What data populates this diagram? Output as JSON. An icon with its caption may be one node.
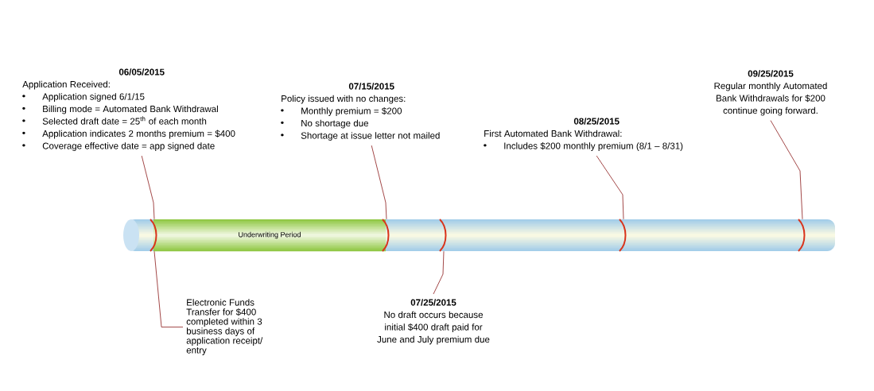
{
  "diagram": {
    "nodes": [
      {
        "text": [
          "06/05/2015",
          "Application Received:",
          "Application signed 6/1/15",
          "Billing mode = Automated Bank Withdrawal",
          "Selected draft date = 25$^{th}$ of each month",
          "Application indicates 2 months premium = $400",
          "Coverage effective date = app signed date"
        ]
      },
      {
        "text": [
          "07/15/2015",
          "Policy issued with no changes:",
          "Monthly premium = $200",
          "No shortage due",
          "Shortage at issue letter not mailed"
        ]
      },
      {
        "text": [
          "08/25/2015",
          "First Automated Bank Withdrawal:",
          "Includes $200 monthly premium (8/1 – 8/31)"
        ]
      },
      {
        "text": [
          "09/25/2015",
          "Regular monthly Automated Bank Withdrawals for $200 continue going forward."
        ]
      },
      {
        "text": [
          "Electronic Funds Transfer for $400 completed within 3 business days of application receipt/ entry"
        ]
      },
      {
        "text": [
          "07/25/2015",
          "No draft occurs because initial $400 draft paid for June and July premium due"
        ]
      },
      {
        "text": [
          "Underwriting Period"
        ]
      },
      {
        "text": [],
        "shape": "arc"
      },
      {
        "text": [],
        "shape": "arc"
      },
      {
        "text": [],
        "shape": "arc"
      },
      {
        "text": [],
        "shape": "arc"
      },
      {
        "text": [],
        "shape": "arc"
      }
    ],
    "edges": [
      {
        "from": 0,
        "to": 7,
        "arrow": "none"
      },
      {
        "from": 4,
        "to": 7,
        "arrow": "none"
      },
      {
        "from": 1,
        "to": 8,
        "arrow": "none"
      },
      {
        "from": 5,
        "to": 9,
        "arrow": "none"
      },
      {
        "from": 2,
        "to": 10,
        "arrow": "none"
      },
      {
        "from": 3,
        "to": 11,
        "arrow": "none"
      }
    ]
  }
}
